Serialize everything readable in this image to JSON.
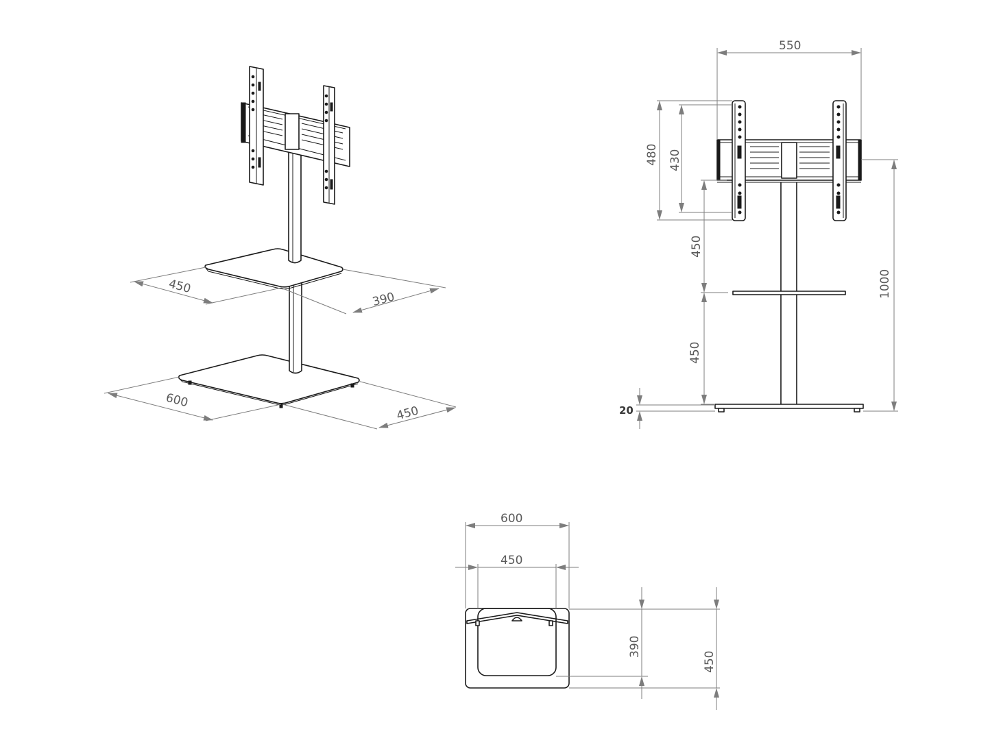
{
  "iso_view": {
    "shelf_width": "450",
    "shelf_depth": "390",
    "base_width": "600",
    "base_depth": "450"
  },
  "front_view": {
    "bracket_width": "550",
    "bracket_height_outer": "480",
    "bracket_height_inner": "430",
    "upper_column": "450",
    "lower_column": "450",
    "total_height": "1000",
    "base_thickness": "20"
  },
  "top_view": {
    "base_width": "600",
    "shelf_width": "450",
    "shelf_depth": "390",
    "base_depth": "450"
  }
}
